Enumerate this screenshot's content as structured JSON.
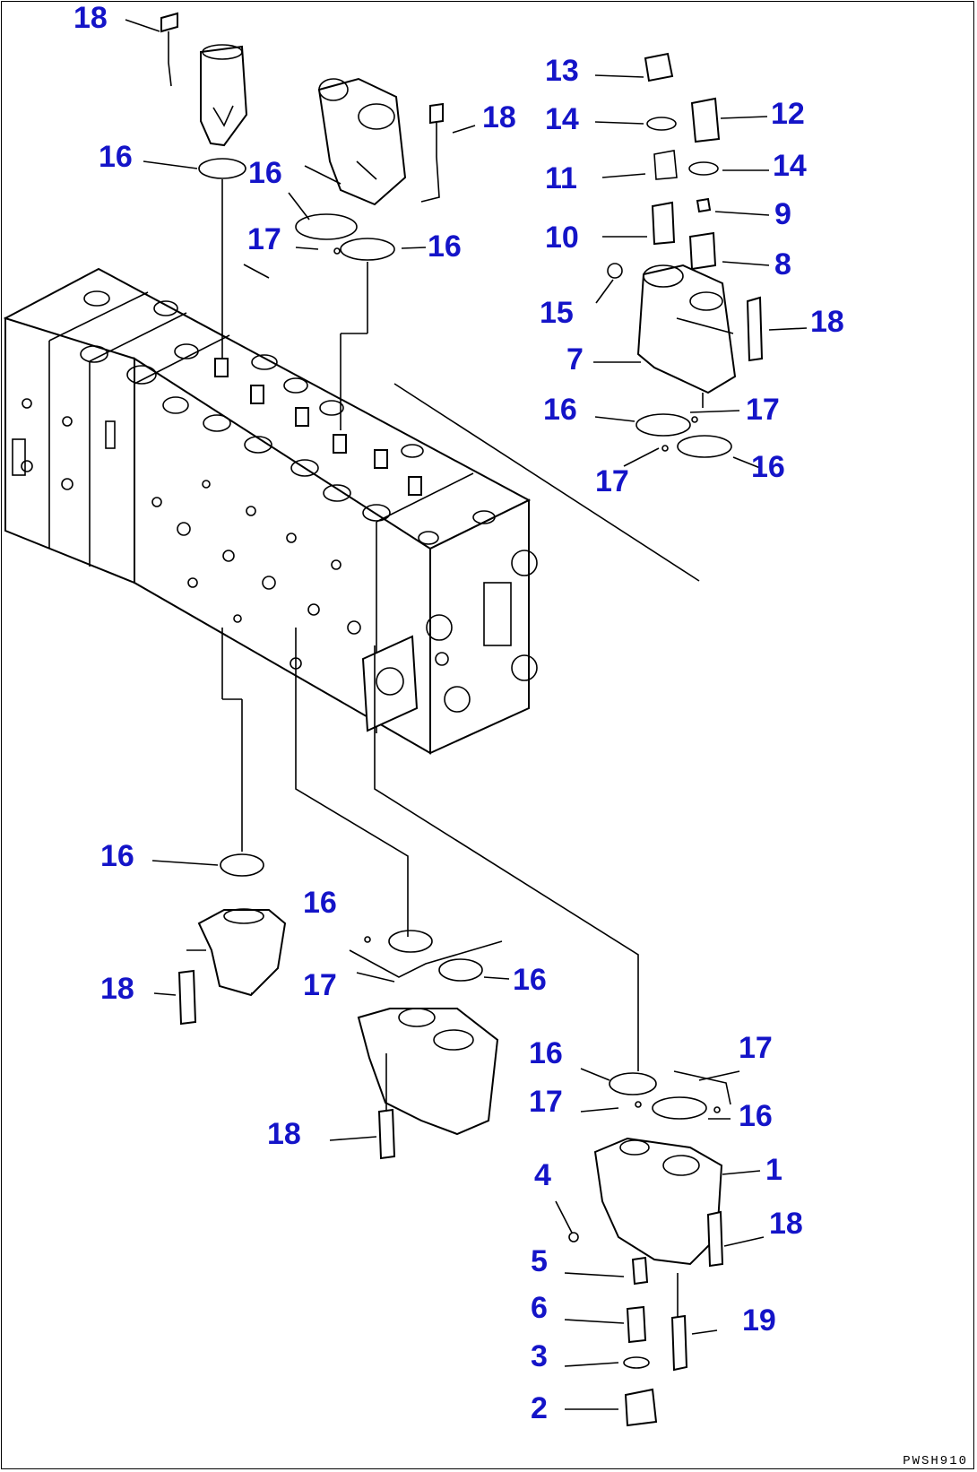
{
  "diagram": {
    "drawing_code": "PWSH910",
    "callouts": [
      {
        "id": "c18a",
        "text": "18"
      },
      {
        "id": "c16a",
        "text": "16"
      },
      {
        "id": "c16b",
        "text": "16"
      },
      {
        "id": "c17a",
        "text": "17"
      },
      {
        "id": "c16c",
        "text": "16"
      },
      {
        "id": "c18b",
        "text": "18"
      },
      {
        "id": "c13",
        "text": "13"
      },
      {
        "id": "c14a",
        "text": "14"
      },
      {
        "id": "c12",
        "text": "12"
      },
      {
        "id": "c11",
        "text": "11"
      },
      {
        "id": "c14b",
        "text": "14"
      },
      {
        "id": "c9",
        "text": "9"
      },
      {
        "id": "c10",
        "text": "10"
      },
      {
        "id": "c8",
        "text": "8"
      },
      {
        "id": "c15",
        "text": "15"
      },
      {
        "id": "c18c",
        "text": "18"
      },
      {
        "id": "c7",
        "text": "7"
      },
      {
        "id": "c16d",
        "text": "16"
      },
      {
        "id": "c17b",
        "text": "17"
      },
      {
        "id": "c17c",
        "text": "17"
      },
      {
        "id": "c16e",
        "text": "16"
      },
      {
        "id": "c16f",
        "text": "16"
      },
      {
        "id": "c16g",
        "text": "16"
      },
      {
        "id": "c18d",
        "text": "18"
      },
      {
        "id": "c17d",
        "text": "17"
      },
      {
        "id": "c16h",
        "text": "16"
      },
      {
        "id": "c16i",
        "text": "16"
      },
      {
        "id": "c17e",
        "text": "17"
      },
      {
        "id": "c17f",
        "text": "17"
      },
      {
        "id": "c16j",
        "text": "16"
      },
      {
        "id": "c18e",
        "text": "18"
      },
      {
        "id": "c1",
        "text": "1"
      },
      {
        "id": "c4",
        "text": "4"
      },
      {
        "id": "c18f",
        "text": "18"
      },
      {
        "id": "c5",
        "text": "5"
      },
      {
        "id": "c6",
        "text": "6"
      },
      {
        "id": "c19",
        "text": "19"
      },
      {
        "id": "c3",
        "text": "3"
      },
      {
        "id": "c2",
        "text": "2"
      }
    ]
  }
}
